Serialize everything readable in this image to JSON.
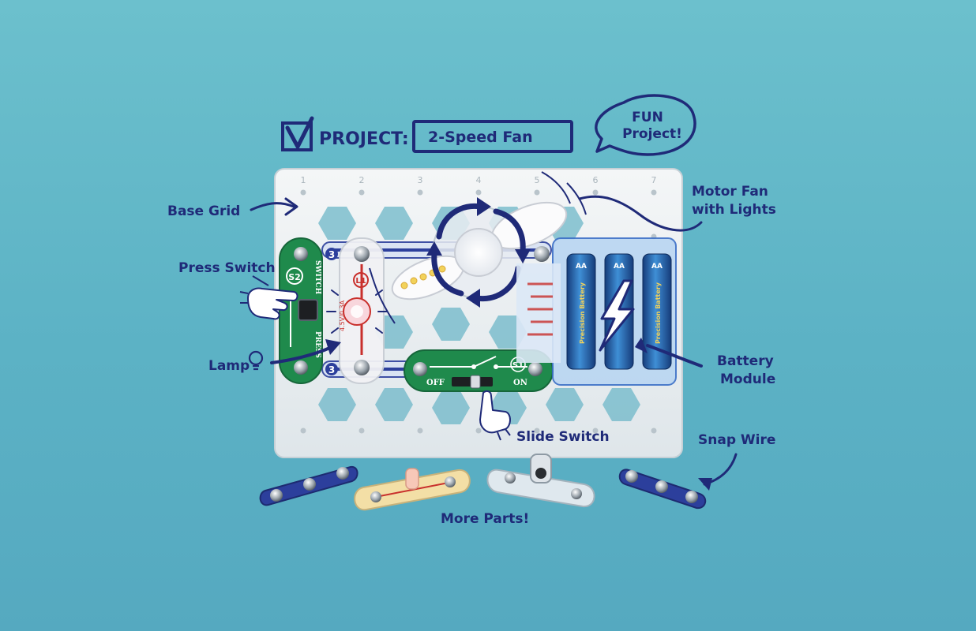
{
  "header": {
    "project_label": "PROJECT:",
    "project_name": "2-Speed Fan",
    "bubble_line1": "FUN",
    "bubble_line2": "Project!"
  },
  "labels": {
    "base_grid": "Base Grid",
    "press_switch": "Press Switch",
    "lamp": "Lamp",
    "motor_line1": "Motor Fan",
    "motor_line2": "with Lights",
    "battery_line1": "Battery",
    "battery_line2": "Module",
    "slide_switch": "Slide Switch",
    "snap_wire": "Snap Wire",
    "more_parts": "More Parts!"
  },
  "board": {
    "column_numbers": [
      "1",
      "2",
      "3",
      "4",
      "5",
      "6",
      "7"
    ],
    "press_switch_id": "S2",
    "press_switch_text1": "SWITCH",
    "press_switch_text2": "PRESS",
    "lamp_id": "L1",
    "lamp_rating": "4.5V/0.3A",
    "slide_switch_id": "S1",
    "slide_off": "OFF",
    "slide_on": "ON",
    "snap_number": "3",
    "battery_cell": "AA",
    "battery_brand": "Precision Battery"
  },
  "colors": {
    "ink": "#1f2a78",
    "switch_green": "#1f8a4c",
    "wire_blue": "#2c3f9c",
    "lamp_red": "#c9302c"
  }
}
